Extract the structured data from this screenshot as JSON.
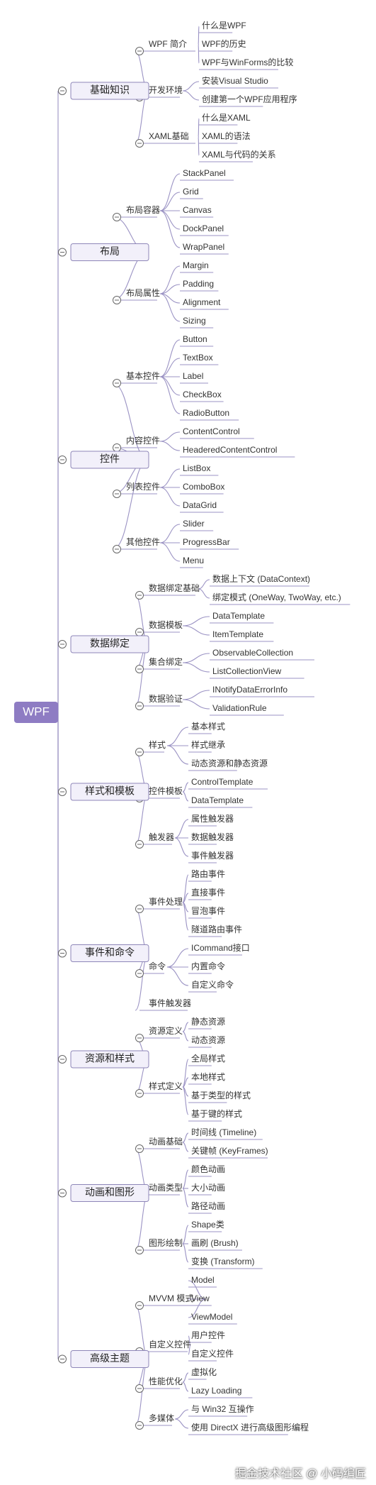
{
  "root": "WPF",
  "branches": [
    {
      "label": "基础知识",
      "children": [
        {
          "label": "WPF 简介",
          "children": [
            "什么是WPF",
            "WPF的历史",
            "WPF与WinForms的比较"
          ]
        },
        {
          "label": "开发环境",
          "children": [
            "安装Visual Studio",
            "创建第一个WPF应用程序"
          ]
        },
        {
          "label": "XAML基础",
          "children": [
            "什么是XAML",
            "XAML的语法",
            "XAML与代码的关系"
          ]
        }
      ]
    },
    {
      "label": "布局",
      "children": [
        {
          "label": "布局容器",
          "children": [
            "StackPanel",
            "Grid",
            "Canvas",
            "DockPanel",
            "WrapPanel"
          ]
        },
        {
          "label": "布局属性",
          "children": [
            "Margin",
            "Padding",
            "Alignment",
            "Sizing"
          ]
        }
      ]
    },
    {
      "label": "控件",
      "children": [
        {
          "label": "基本控件",
          "children": [
            "Button",
            "TextBox",
            "Label",
            "CheckBox",
            "RadioButton"
          ]
        },
        {
          "label": "内容控件",
          "children": [
            "ContentControl",
            "HeaderedContentControl"
          ]
        },
        {
          "label": "列表控件",
          "children": [
            "ListBox",
            "ComboBox",
            "DataGrid"
          ]
        },
        {
          "label": "其他控件",
          "children": [
            "Slider",
            "ProgressBar",
            "Menu"
          ]
        }
      ]
    },
    {
      "label": "数据绑定",
      "children": [
        {
          "label": "数据绑定基础",
          "children": [
            "数据上下文 (DataContext)",
            "绑定模式 (OneWay, TwoWay, etc.)"
          ]
        },
        {
          "label": "数据模板",
          "children": [
            "DataTemplate",
            "ItemTemplate"
          ]
        },
        {
          "label": "集合绑定",
          "children": [
            "ObservableCollection",
            "ListCollectionView"
          ]
        },
        {
          "label": "数据验证",
          "children": [
            "INotifyDataErrorInfo",
            "ValidationRule"
          ]
        }
      ]
    },
    {
      "label": "样式和模板",
      "children": [
        {
          "label": "样式",
          "children": [
            "基本样式",
            "样式继承",
            "动态资源和静态资源"
          ]
        },
        {
          "label": "控件模板",
          "children": [
            "ControlTemplate",
            "DataTemplate"
          ]
        },
        {
          "label": "触发器",
          "children": [
            "属性触发器",
            "数据触发器",
            "事件触发器"
          ]
        }
      ]
    },
    {
      "label": "事件和命令",
      "children": [
        {
          "label": "事件处理",
          "children": [
            "路由事件",
            "直接事件",
            "冒泡事件",
            "隧道路由事件"
          ]
        },
        {
          "label": "命令",
          "children": [
            "ICommand接口",
            "内置命令",
            "自定义命令"
          ]
        },
        {
          "label": "事件触发器",
          "children": []
        }
      ]
    },
    {
      "label": "资源和样式",
      "children": [
        {
          "label": "资源定义",
          "children": [
            "静态资源",
            "动态资源"
          ]
        },
        {
          "label": "样式定义",
          "children": [
            "全局样式",
            "本地样式",
            "基于类型的样式",
            "基于键的样式"
          ]
        }
      ]
    },
    {
      "label": "动画和图形",
      "children": [
        {
          "label": "动画基础",
          "children": [
            "时间线 (Timeline)",
            "关键帧 (KeyFrames)"
          ]
        },
        {
          "label": "动画类型",
          "children": [
            "颜色动画",
            "大小动画",
            "路径动画"
          ]
        },
        {
          "label": "图形绘制",
          "children": [
            "Shape类",
            "画刷 (Brush)",
            "变换 (Transform)"
          ]
        }
      ]
    },
    {
      "label": "高级主题",
      "children": [
        {
          "label": "MVVM 模式",
          "children": [
            "Model",
            "View",
            "ViewModel"
          ]
        },
        {
          "label": "自定义控件",
          "children": [
            "用户控件",
            "自定义控件"
          ]
        },
        {
          "label": "性能优化",
          "children": [
            "虚拟化",
            "Lazy Loading"
          ]
        },
        {
          "label": "多媒体",
          "children": [
            "与 Win32 互操作",
            "使用 DirectX 进行高级图形编程"
          ]
        }
      ]
    }
  ],
  "watermark": "掘金技术社区 @ 小码编匠",
  "colors": {
    "root_fill": "#8e7cc3",
    "branch_fill": "#f2f0fa",
    "branch_stroke": "#8e86b8",
    "line": "#9b93c4",
    "collapse": "#666666"
  }
}
